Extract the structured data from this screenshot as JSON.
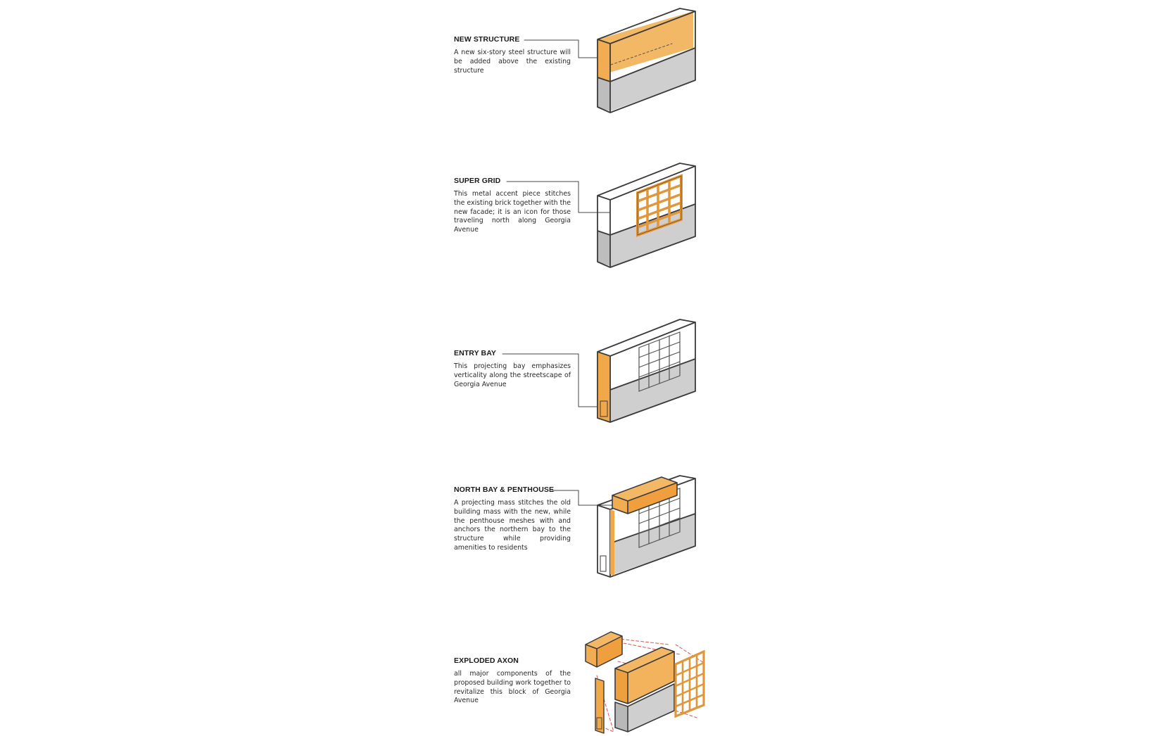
{
  "steps": [
    {
      "title": "NEW STRUCTURE",
      "text": "A new six-story steel structure will be added above the existing structure"
    },
    {
      "title": "SUPER GRID",
      "text": "This metal accent piece stitches the existing brick together with the new facade; it is an icon for those traveling north along Georgia Avenue"
    },
    {
      "title": "ENTRY BAY",
      "text": "This projecting bay emphasizes verticality along the streetscape of Georgia Avenue"
    },
    {
      "title": "NORTH BAY & PENTHOUSE",
      "text": "A projecting mass stitches the old building mass with the new, while the penthouse meshes with and anchors the northern bay to the structure while providing amenities to residents"
    },
    {
      "title": "EXPLODED AXON",
      "text": "all major components of the proposed building work together to revitalize this block of Georgia Avenue"
    }
  ],
  "colors": {
    "orange_fill": "#f2b35c",
    "orange_dark": "#e89a3c",
    "gray_fill": "#c9c9c9",
    "gray_dark": "#b3b3b3",
    "ink": "#3a3a3a",
    "red_dash": "#d9534f"
  }
}
